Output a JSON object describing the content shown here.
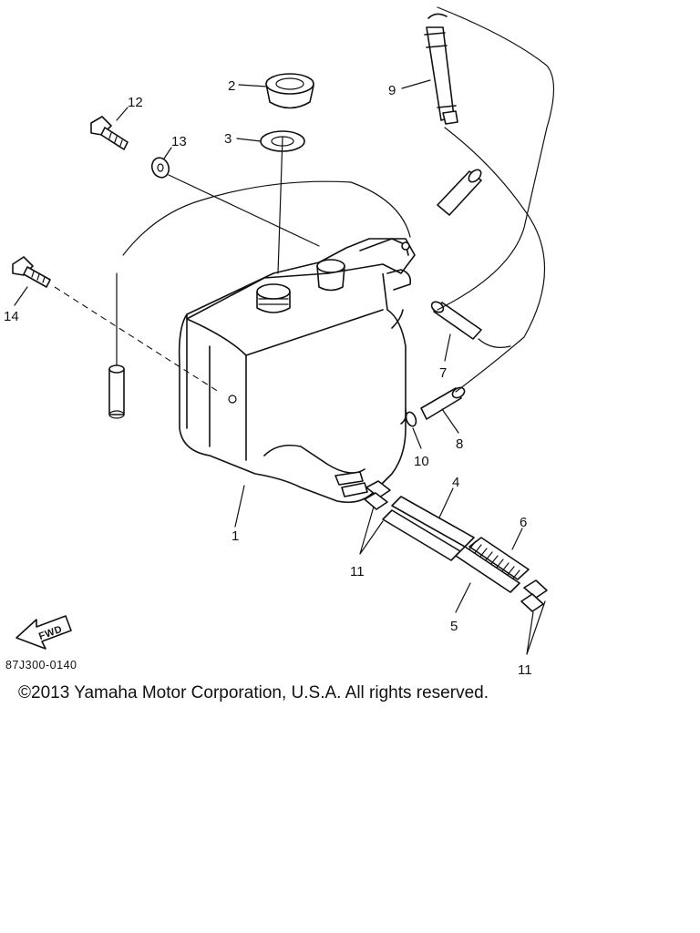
{
  "diagram": {
    "callouts": {
      "c1": "1",
      "c2": "2",
      "c3": "3",
      "c4": "4",
      "c5": "5",
      "c6": "6",
      "c7": "7",
      "c8": "8",
      "c9": "9",
      "c10": "10",
      "c11a": "11",
      "c11b": "11",
      "c12": "12",
      "c13": "13",
      "c14": "14"
    },
    "drawing_code": "87J300-0140",
    "fwd_label": "FWD"
  },
  "footer": {
    "copyright": "©2013 Yamaha Motor Corporation, U.S.A. All rights reserved."
  }
}
